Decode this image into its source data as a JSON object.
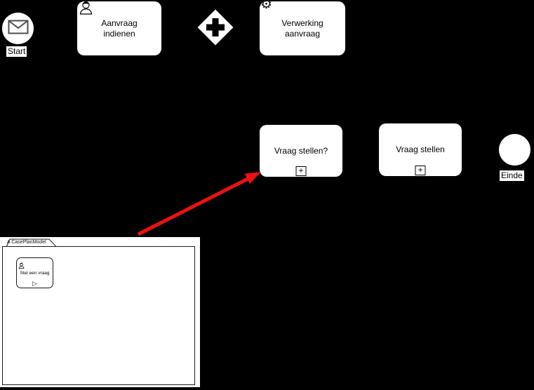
{
  "canvas": {
    "background_color": "#000000",
    "shape_fill_color": "#ffffff",
    "outline_color": "#000000",
    "annotation_arrow_color": "#ee1111"
  },
  "process": {
    "start_event": {
      "label": "Start",
      "icon": "envelope-message-icon"
    },
    "gateway": {
      "type": "parallel",
      "symbol": "+"
    },
    "tasks": [
      {
        "label": "Aanvraag indienen",
        "type": "user-task",
        "icon": "user-icon"
      },
      {
        "label": "Verwerking aanvraag",
        "type": "service-task",
        "icon": "gear-icon",
        "gear_glyph": "⚙"
      },
      {
        "label": "Vraag stellen?",
        "type": "collapsed-subprocess",
        "marker": "+"
      },
      {
        "label": "Vraag stellen",
        "type": "collapsed-subprocess",
        "marker": "+"
      }
    ],
    "end_event": {
      "label": "Einde"
    }
  },
  "case_panel": {
    "tab_label": "A CasePlanModel",
    "task": {
      "label": "Stel een vraag",
      "icon": "user-icon",
      "manual_activation_glyph": "▷"
    }
  },
  "annotation": {
    "type": "red-arrow",
    "from": "case-plan-model-panel",
    "to": "subprocess-vraag-stellen?"
  }
}
